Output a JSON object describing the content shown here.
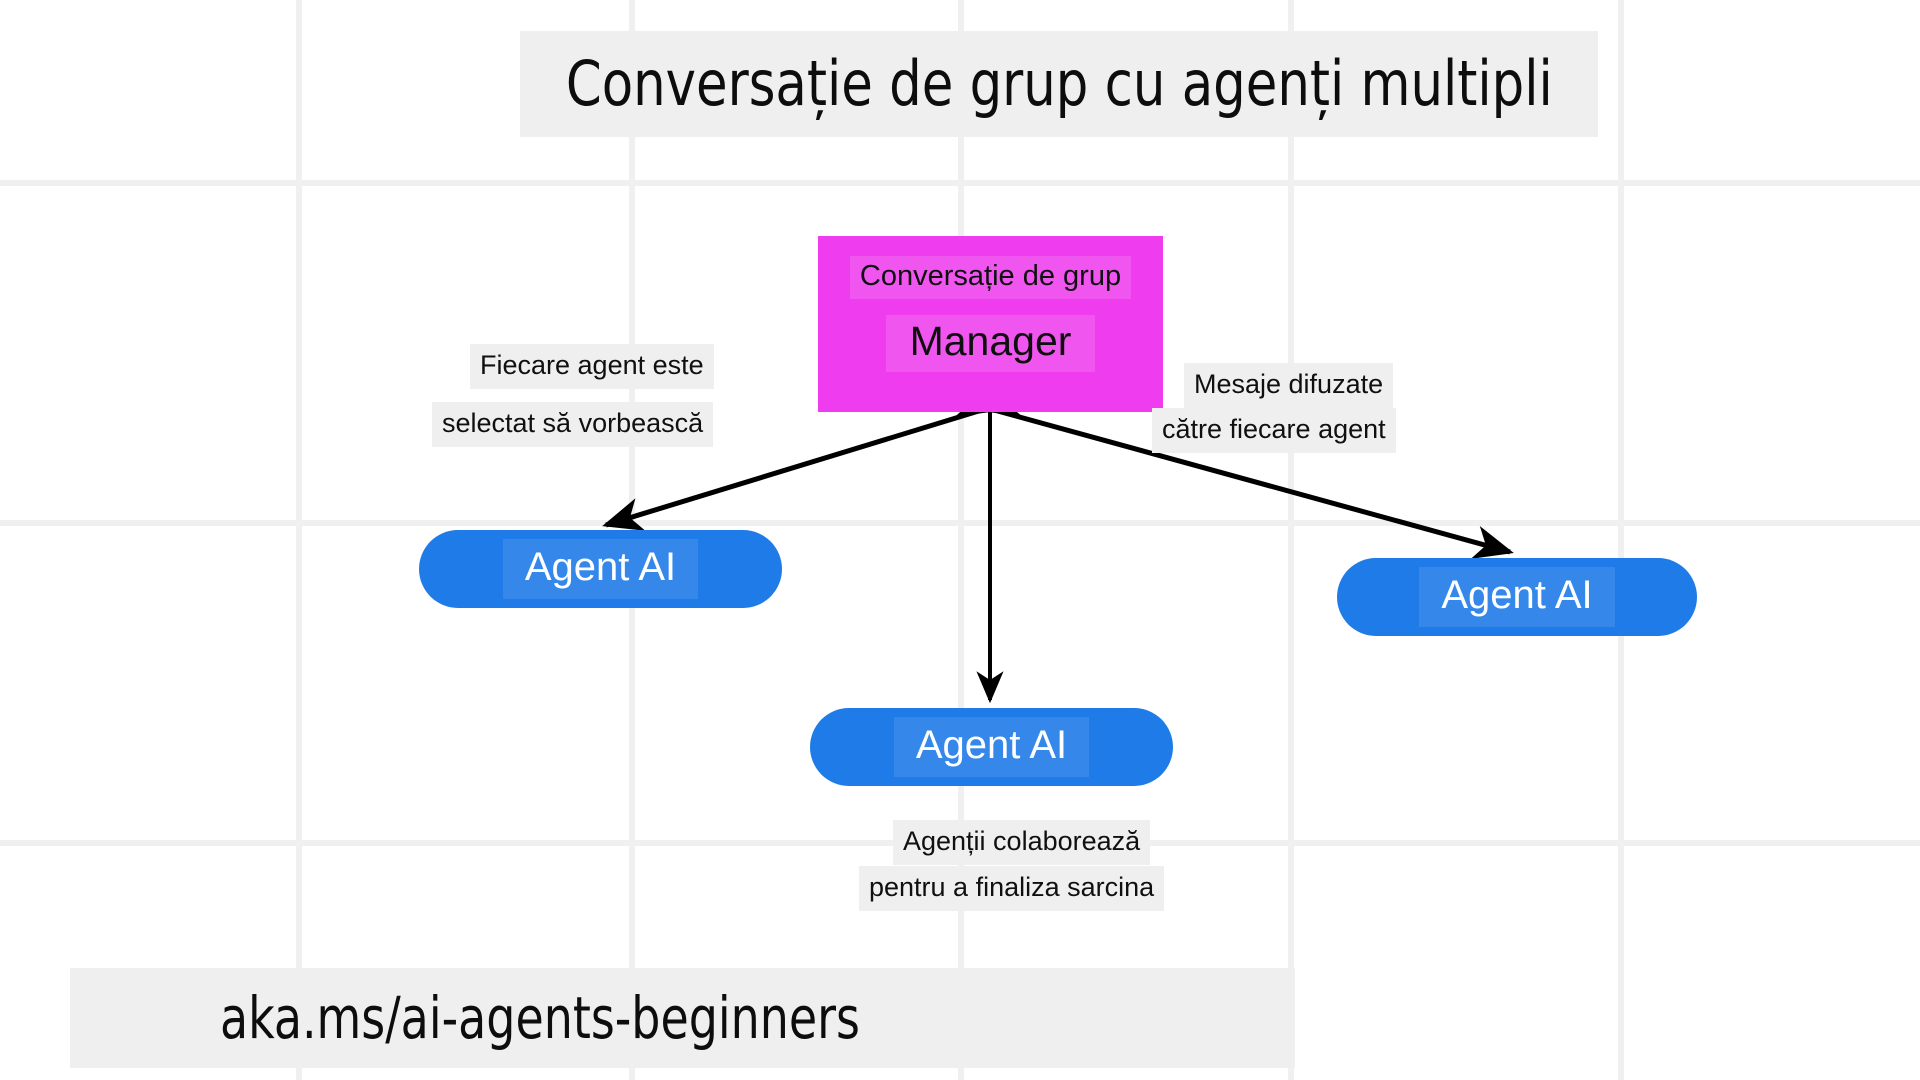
{
  "page": {
    "title": "Conversație de grup cu agenți multipli",
    "footer_url": "aka.ms/ai-agents-beginners",
    "background_color": "#ffffff",
    "grid_line_color": "#f0f0f0",
    "text_highlight_color": "#efefef"
  },
  "manager": {
    "subtitle": "Conversație de grup",
    "title": "Manager",
    "color": "#ee3cee"
  },
  "agents": [
    {
      "label": "Agent AI",
      "position": "left",
      "color": "#1f7be8"
    },
    {
      "label": "Agent AI",
      "position": "right",
      "color": "#1f7be8"
    },
    {
      "label": "Agent AI",
      "position": "bottom",
      "color": "#1f7be8"
    }
  ],
  "annotations": {
    "left": {
      "line1": "Fiecare agent este",
      "line2": "selectat să vorbească"
    },
    "right": {
      "line1": "Mesaje difuzate",
      "line2": "către fiecare agent"
    },
    "bottom": {
      "line1": "Agenții colaborează",
      "line2": "pentru a finaliza sarcina"
    }
  },
  "connectors": [
    {
      "name": "manager-to-agent-left",
      "style": "double-headed-arrow",
      "color": "#000000"
    },
    {
      "name": "manager-to-agent-right",
      "style": "double-headed-arrow",
      "color": "#000000"
    },
    {
      "name": "manager-to-agent-bottom",
      "style": "double-headed-arrow",
      "color": "#000000"
    }
  ]
}
